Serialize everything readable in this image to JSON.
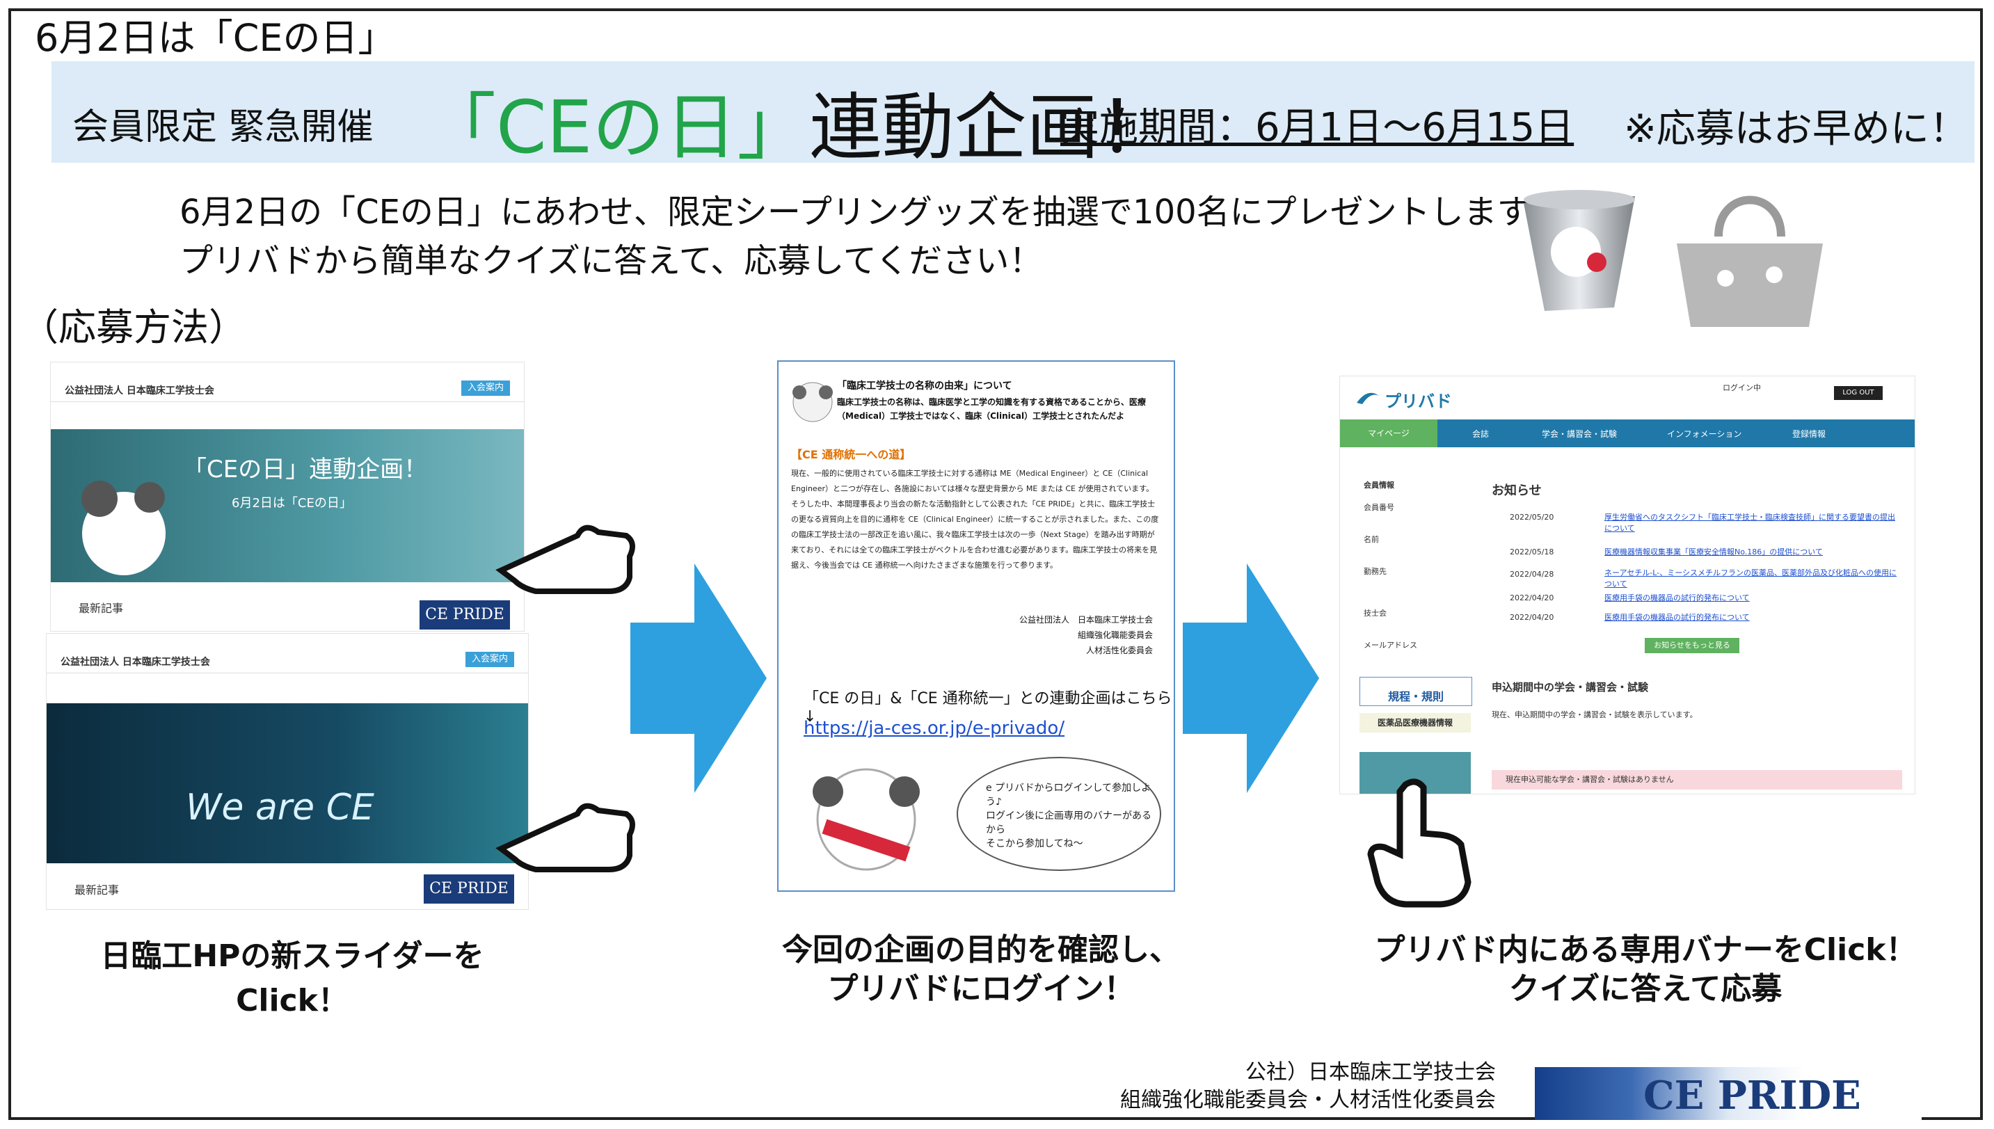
{
  "title": "6月2日は「CEの日」",
  "banner": {
    "prefix": "会員限定 緊急開催",
    "headline_green": "「CEの日」",
    "headline_black": "連動企画！",
    "period": "実施期間：6月1日～6月15日",
    "note": "※応募はお早めに！"
  },
  "intro": {
    "line1": "6月2日の「CEの日」にあわせ、限定シープリングッズを抽選で100名にプレゼントします。",
    "line2": "プリバドから簡単なクイズに答えて、応募してください！"
  },
  "howto_label": "（応募方法）",
  "site_screens": {
    "org_name": "公益社団法人 日本臨床工学技士会",
    "join_button": "入会案内",
    "hero1_title": "「CEの日」連動企画！",
    "hero1_sub": "6月2日は「CEの日」",
    "hero2_title": "We are CE",
    "news_label": "最新記事",
    "logo": "CE PRIDE"
  },
  "doc": {
    "heading1": "「臨床工学技士の名称の由来」について",
    "heading2": "臨床工学技士の名称は、臨床医学と工学の知識を有する資格であることから、医療（Medical）工学技士ではなく、臨床（Clinical）工学技士とされたんだよ",
    "section_title": "【CE 通称統一への道】",
    "paragraph": "現在、一般的に使用されている臨床工学技士に対する通称は ME（Medical Engineer）と CE（Clinical Engineer）と二つが存在し、各施設においては様々な歴史背景から ME または CE が使用されています。そうした中、本間理事長より当会の新たな活動指針として公表された「CE PRIDE」と共に、臨床工学技士の更なる資質向上を目的に通称を CE（Clinical Engineer）に統一することが示されました。また、この度の臨床工学技士法の一部改正を追い風に、我々臨床工学技士は次の一歩（Next Stage）を踏み出す時期が来ており、それには全ての臨床工学技士がベクトルを合わせ進む必要があります。臨床工学技士の将来を見据え、今後当会では CE 通称統一へ向けたさまざまな施策を行って参ります。",
    "org1": "公益社団法人　日本臨床工学技士会",
    "org2": "組織強化職能委員会",
    "org3": "人材活性化委員会",
    "link_label": "「CE の日」&「CE 通称統一」との連動企画はこちら↓",
    "link": "https://ja-ces.or.jp/e-privado/",
    "bubble1": "e プリバドからログインして参加しよう♪",
    "bubble2": "ログイン後に企画専用のバナーがあるから",
    "bubble3": "そこから参加してね～"
  },
  "privado": {
    "brand": "プリバド",
    "login_label": "ログイン中",
    "logout": "LOG OUT",
    "nav": [
      "マイページ",
      "会誌",
      "学会・講習会・試験",
      "インフォメーション",
      "登録情報"
    ],
    "member_info": "会員情報",
    "fields": [
      "会員番号",
      "名前",
      "勤務先",
      "技士会",
      "メールアドレス"
    ],
    "news_title": "お知らせ",
    "news": [
      {
        "date": "2022/05/20",
        "text": "厚生労働省へのタスクシフト「臨床工学技士・臨床検査技師」に関する要望書の提出について"
      },
      {
        "date": "2022/05/18",
        "text": "医療機器情報収集事業「医療安全情報No.186」の提供について"
      },
      {
        "date": "2022/04/28",
        "text": "ネーアセチル-L-、ミーシスメチルフランの医薬品、医薬部外品及び化粧品への使用について"
      },
      {
        "date": "2022/04/20",
        "text": "医療用手袋の機器品の試行的発布について"
      },
      {
        "date": "2022/04/20",
        "text": "医療用手袋の機器品の試行的発布について"
      }
    ],
    "more_button": "お知らせをもっと見る",
    "rules": "規程・規則",
    "pmda": "医薬品医療機器情報",
    "apply_title": "申込期間中の学会・講習会・試験",
    "apply_text": "現在、申込期間中の学会・講習会・試験を表示しています。",
    "none_text": "現在申込可能な学会・講習会・試験はありません"
  },
  "captions": {
    "c1": "日臨工HPの新スライダーをClick！",
    "c2_line1": "今回の企画の目的を確認し、",
    "c2_line2": "プリバドにログイン！",
    "c3_line1": "プリバド内にある専用バナーをClick！",
    "c3_line2": "クイズに答えて応募"
  },
  "footer": {
    "line1": "公社）日本臨床工学技士会",
    "line2": "組織強化職能委員会・人材活性化委員会",
    "logo": "CE PRIDE"
  },
  "colors": {
    "banner_bg": "#dcebf7",
    "headline_green": "#22a44a",
    "arrow_blue": "#2ea0e0",
    "link_blue": "#1d4fd0"
  }
}
